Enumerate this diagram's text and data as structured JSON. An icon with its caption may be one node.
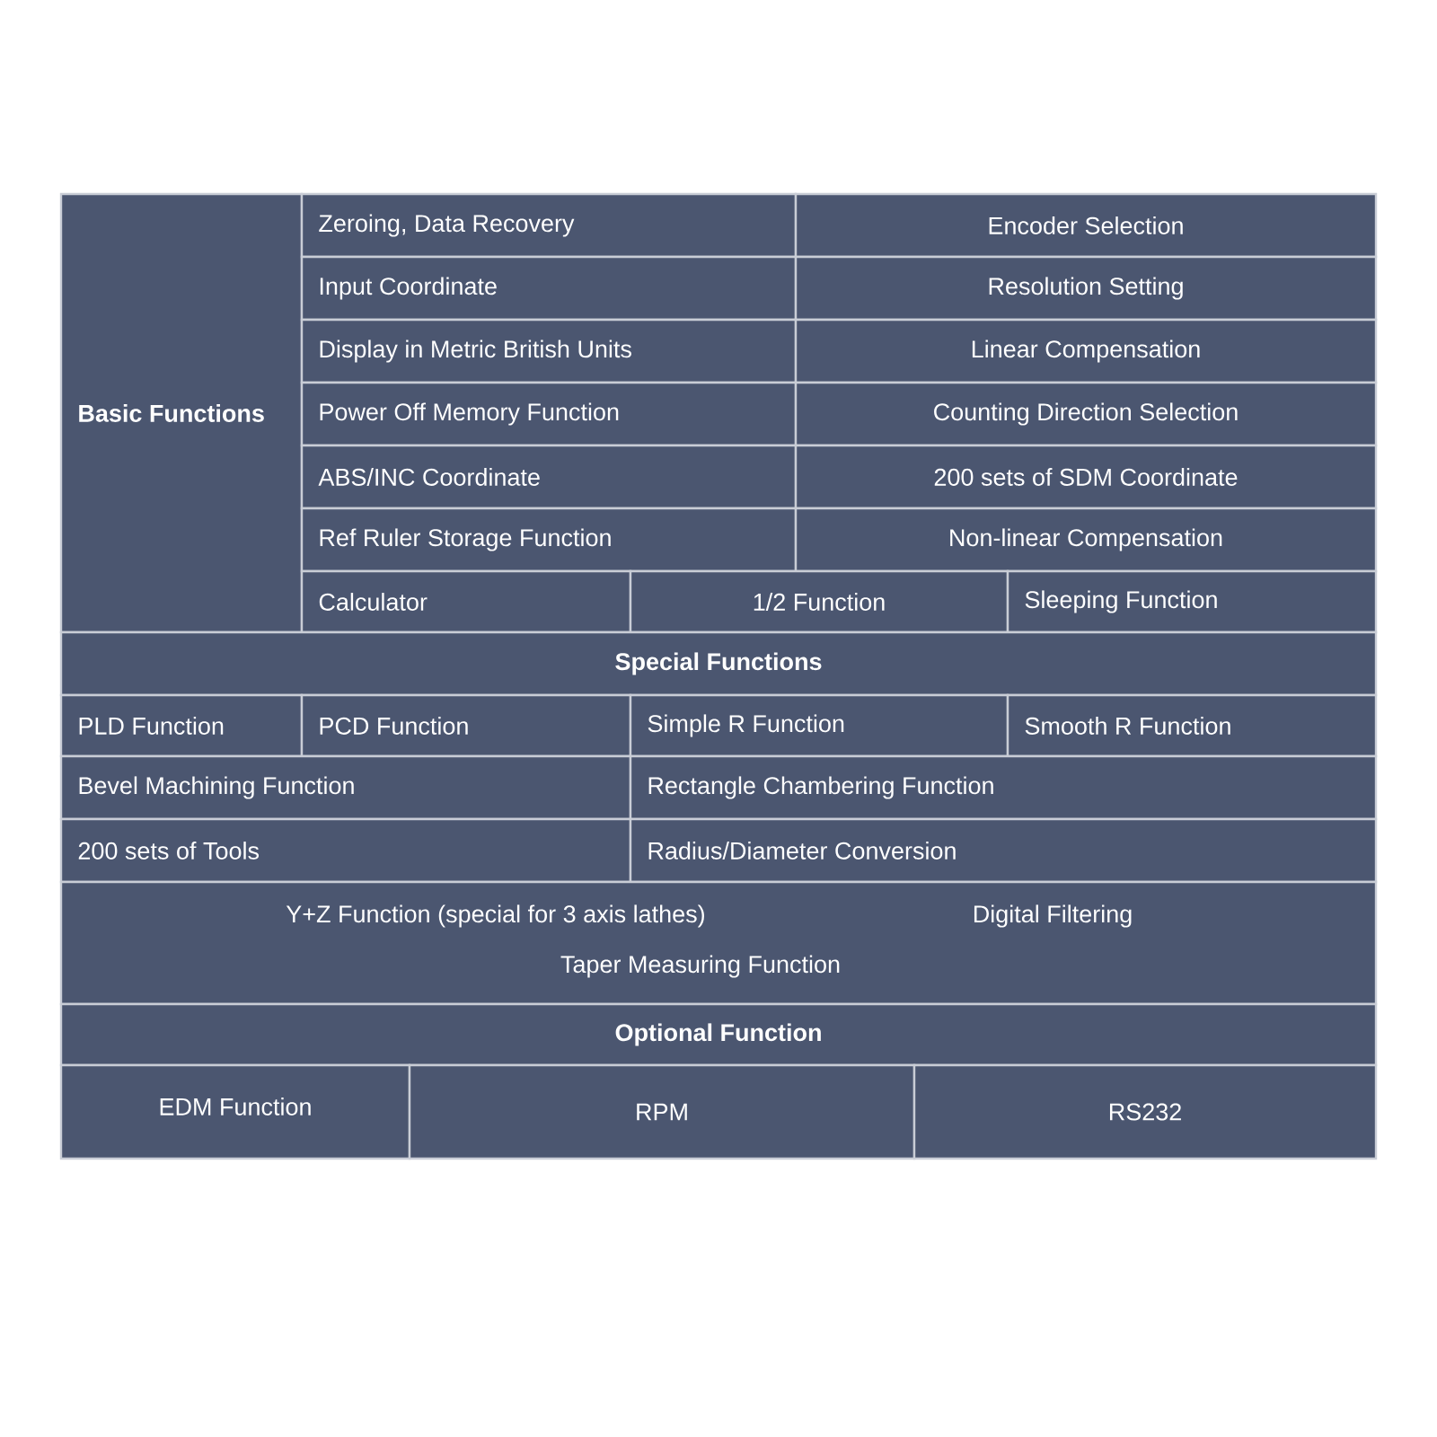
{
  "diagram": {
    "labels": [
      "Basic Functions",
      "Zeroing, Data Recovery",
      "Encoder Selection",
      "Input Coordinate",
      "Resolution Setting",
      "Display in Metric British Units",
      "Linear Compensation",
      "Power Off Memory Function",
      "Counting Direction Selection",
      "ABS/INC Coordinate",
      "200 sets of SDM Coordinate",
      "Ref Ruler Storage Function",
      "Non-linear Compensation",
      "Calculator",
      "1/2 Function",
      "Sleeping Function",
      "Special Functions",
      "PLD Function",
      "PCD Function",
      "Simple R Function",
      "Smooth R Function",
      "Bevel Machining Function",
      "Rectangle Chambering Function",
      "200 sets of Tools",
      "Radius/Diameter Conversion",
      "Y+Z Function (special for 3 axis lathes)",
      "Digital Filtering",
      "Taper Measuring Function",
      "Optional Function",
      "EDM Function",
      "RPM",
      "RS232"
    ]
  }
}
